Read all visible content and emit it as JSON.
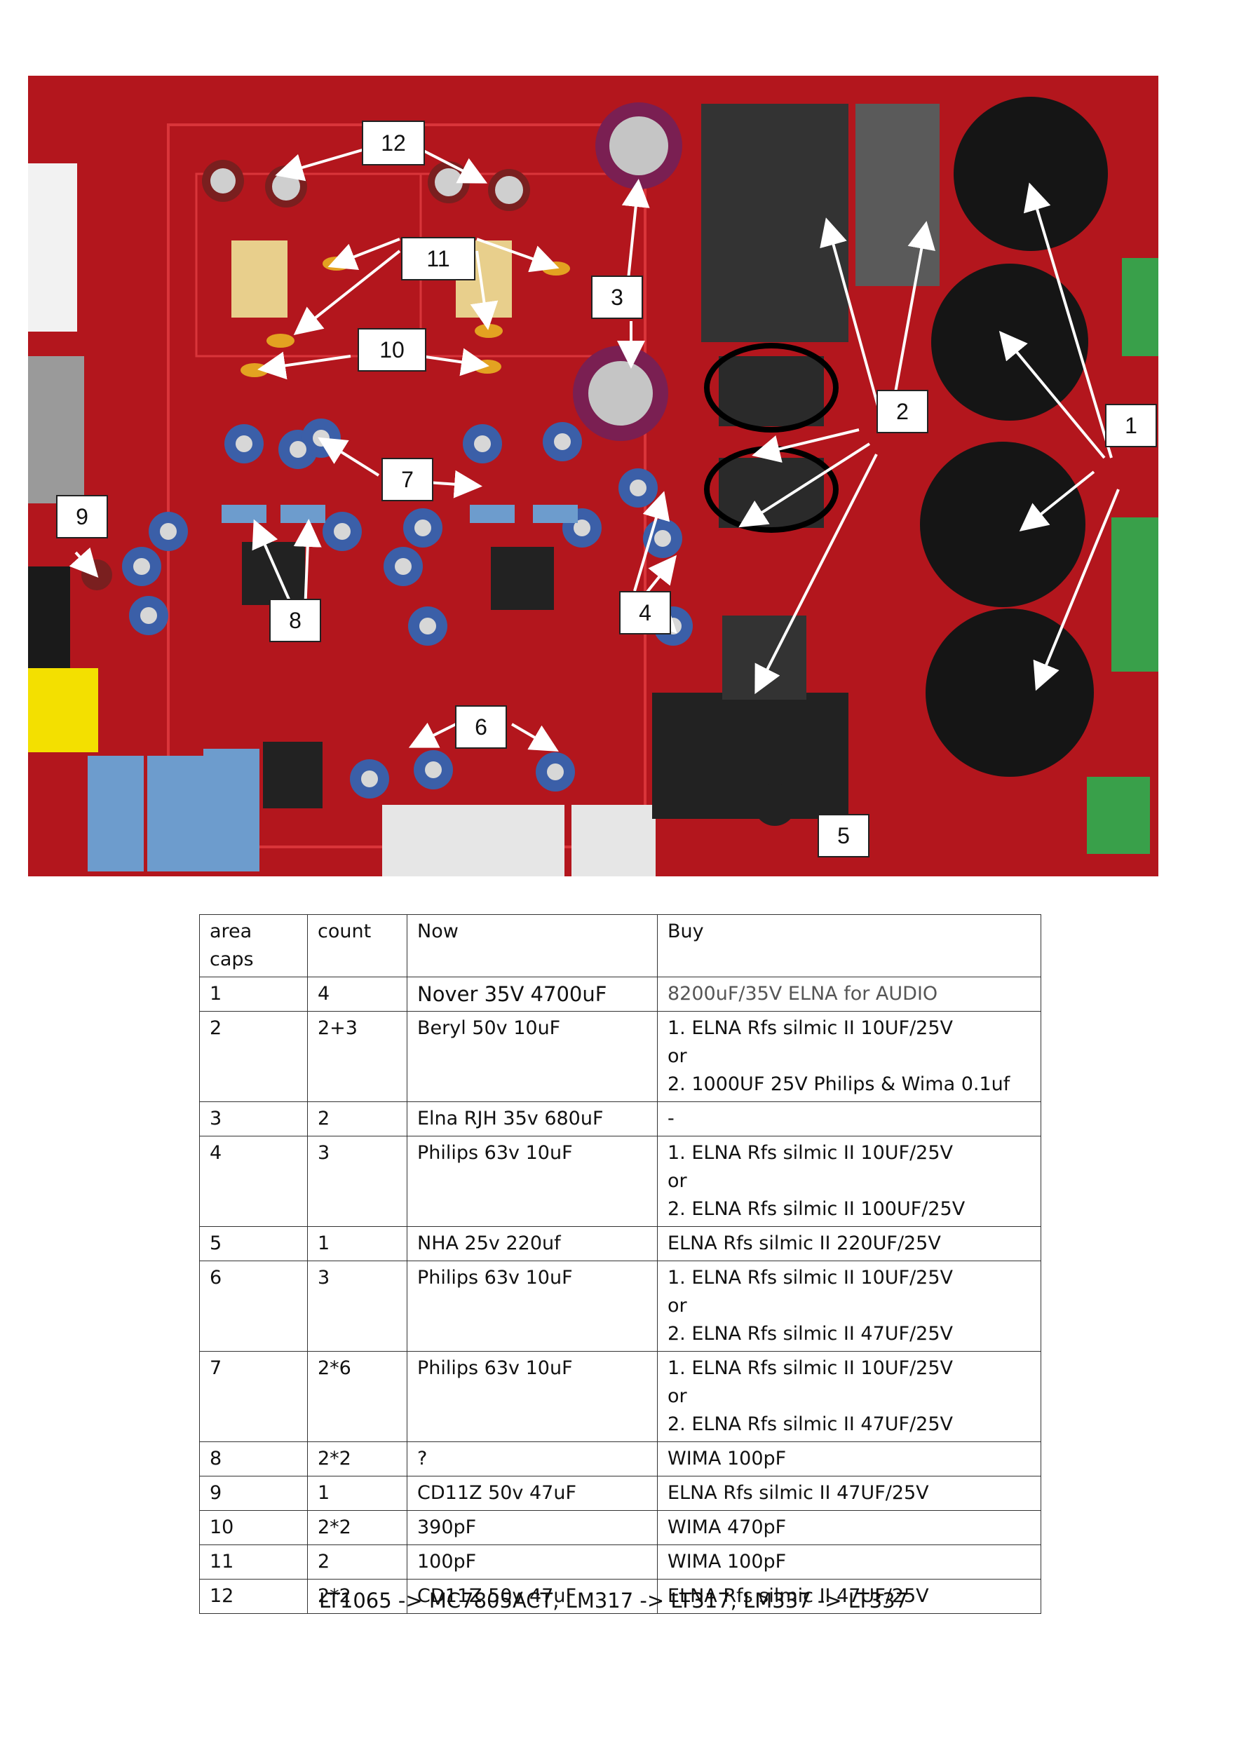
{
  "photo": {
    "callouts": [
      "1",
      "2",
      "3",
      "4",
      "5",
      "6",
      "7",
      "8",
      "9",
      "10",
      "11",
      "12"
    ],
    "colors": {
      "pcb": "#b3161d",
      "cap_black": "#151515",
      "cap_blue": "#3b5fa8",
      "callout_bg": "#ffffff"
    }
  },
  "table": {
    "headers": {
      "area": "area caps",
      "count": "count",
      "now": "Now",
      "buy": "Buy"
    },
    "rows": [
      {
        "area": "1",
        "count": "4",
        "now": "Nover 35V 4700uF",
        "buy": [
          "8200uF/35V ELNA for AUDIO"
        ]
      },
      {
        "area": "2",
        "count": "2+3",
        "now": "Beryl 50v 10uF",
        "buy": [
          "1. ELNA Rfs silmic II 10UF/25V",
          "or",
          "2. 1000UF 25V Philips & Wima 0.1uf"
        ]
      },
      {
        "area": "3",
        "count": "2",
        "now": "Elna RJH 35v 680uF",
        "buy": [
          "-"
        ]
      },
      {
        "area": "4",
        "count": "3",
        "now": "Philips 63v 10uF",
        "buy": [
          "1. ELNA Rfs silmic II 10UF/25V",
          "or",
          "2. ELNA Rfs silmic II 100UF/25V"
        ]
      },
      {
        "area": "5",
        "count": "1",
        "now": "NHA 25v 220uf",
        "buy": [
          "ELNA Rfs silmic II 220UF/25V"
        ]
      },
      {
        "area": "6",
        "count": "3",
        "now": "Philips 63v 10uF",
        "buy": [
          "1. ELNA Rfs silmic II 10UF/25V",
          "or",
          "2. ELNA Rfs silmic II 47UF/25V"
        ]
      },
      {
        "area": "7",
        "count": "2*6",
        "now": "Philips 63v 10uF",
        "buy": [
          "1. ELNA Rfs silmic II 10UF/25V",
          "or",
          "2. ELNA Rfs silmic II 47UF/25V"
        ]
      },
      {
        "area": "8",
        "count": "2*2",
        "now": "?",
        "buy": [
          "WIMA 100pF"
        ]
      },
      {
        "area": "9",
        "count": "1",
        "now": "CD11Z 50v 47uF",
        "buy": [
          "ELNA Rfs silmic II 47UF/25V"
        ]
      },
      {
        "area": "10",
        "count": "2*2",
        "now": "390pF",
        "buy": [
          "WIMA 470pF"
        ]
      },
      {
        "area": "11",
        "count": "2",
        "now": "100pF",
        "buy": [
          "WIMA 100pF"
        ]
      },
      {
        "area": "12",
        "count": "2*2",
        "now": "CD11Z 50v 47uF",
        "buy": [
          "ELNA Rfs silmic II 47UF/25V"
        ]
      }
    ]
  },
  "footer": {
    "note": "LT1065 -> MC7805ACT, LM317 -> LT317, LM337 -> LT337"
  }
}
